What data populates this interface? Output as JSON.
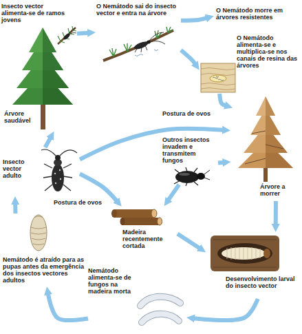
{
  "diagram": {
    "nodes": [
      {
        "text": [
          "Insecto vector alimenta-se de ramos jovens",
          "Árvore saudável"
        ]
      },
      {
        "text": [
          "O Nemátodo sai do insecto vector e entra na árvore"
        ]
      },
      {
        "text": [
          "O Nemátodo morre em árvores resistentes"
        ]
      },
      {
        "text": [
          "O Nemátodo alimenta-se e multiplica-se nos canais de resina das árvores"
        ]
      },
      {
        "text": [
          "Outros insectos invadem e transmitem fungos"
        ]
      },
      {
        "text": [
          "Árvore a morrer"
        ]
      },
      {
        "text": [
          "Insecto vector adulto"
        ]
      },
      {
        "text": [
          "Madeira recentemente cortada"
        ]
      },
      {
        "text": [
          "Nemátodo é atraído para as pupas antes da emergência dos insectos vectores adultos"
        ]
      },
      {
        "text": [
          "Nemátodo alimenta-se de fungos na madeira morta"
        ]
      },
      {
        "text": [
          "Desenvolvimento larval do insecto vector"
        ]
      }
    ],
    "edges": [
      {
        "from": 0,
        "to": 1,
        "arrow": "to"
      },
      {
        "from": 1,
        "to": 2,
        "arrow": "to"
      },
      {
        "from": 1,
        "to": 3,
        "arrow": "to"
      },
      {
        "from": 3,
        "to": 5,
        "arrow": "to"
      },
      {
        "from": 5,
        "to": 10,
        "arrow": "to"
      },
      {
        "from": 10,
        "to": 9,
        "arrow": "to"
      },
      {
        "from": 9,
        "to": 8,
        "arrow": "to"
      },
      {
        "from": 8,
        "to": 6,
        "arrow": "to"
      },
      {
        "from": 6,
        "to": 0,
        "arrow": "to"
      },
      {
        "from": 6,
        "to": 5,
        "label": "Postura de ovos",
        "arrow": "to"
      },
      {
        "from": 6,
        "to": 7,
        "label": "Postura de ovos",
        "arrow": "to"
      },
      {
        "from": 4,
        "to": 5,
        "arrow": "to"
      },
      {
        "from": 4,
        "to": 7,
        "arrow": "to"
      },
      {
        "from": 7,
        "to": 10,
        "arrow": "to"
      }
    ]
  }
}
